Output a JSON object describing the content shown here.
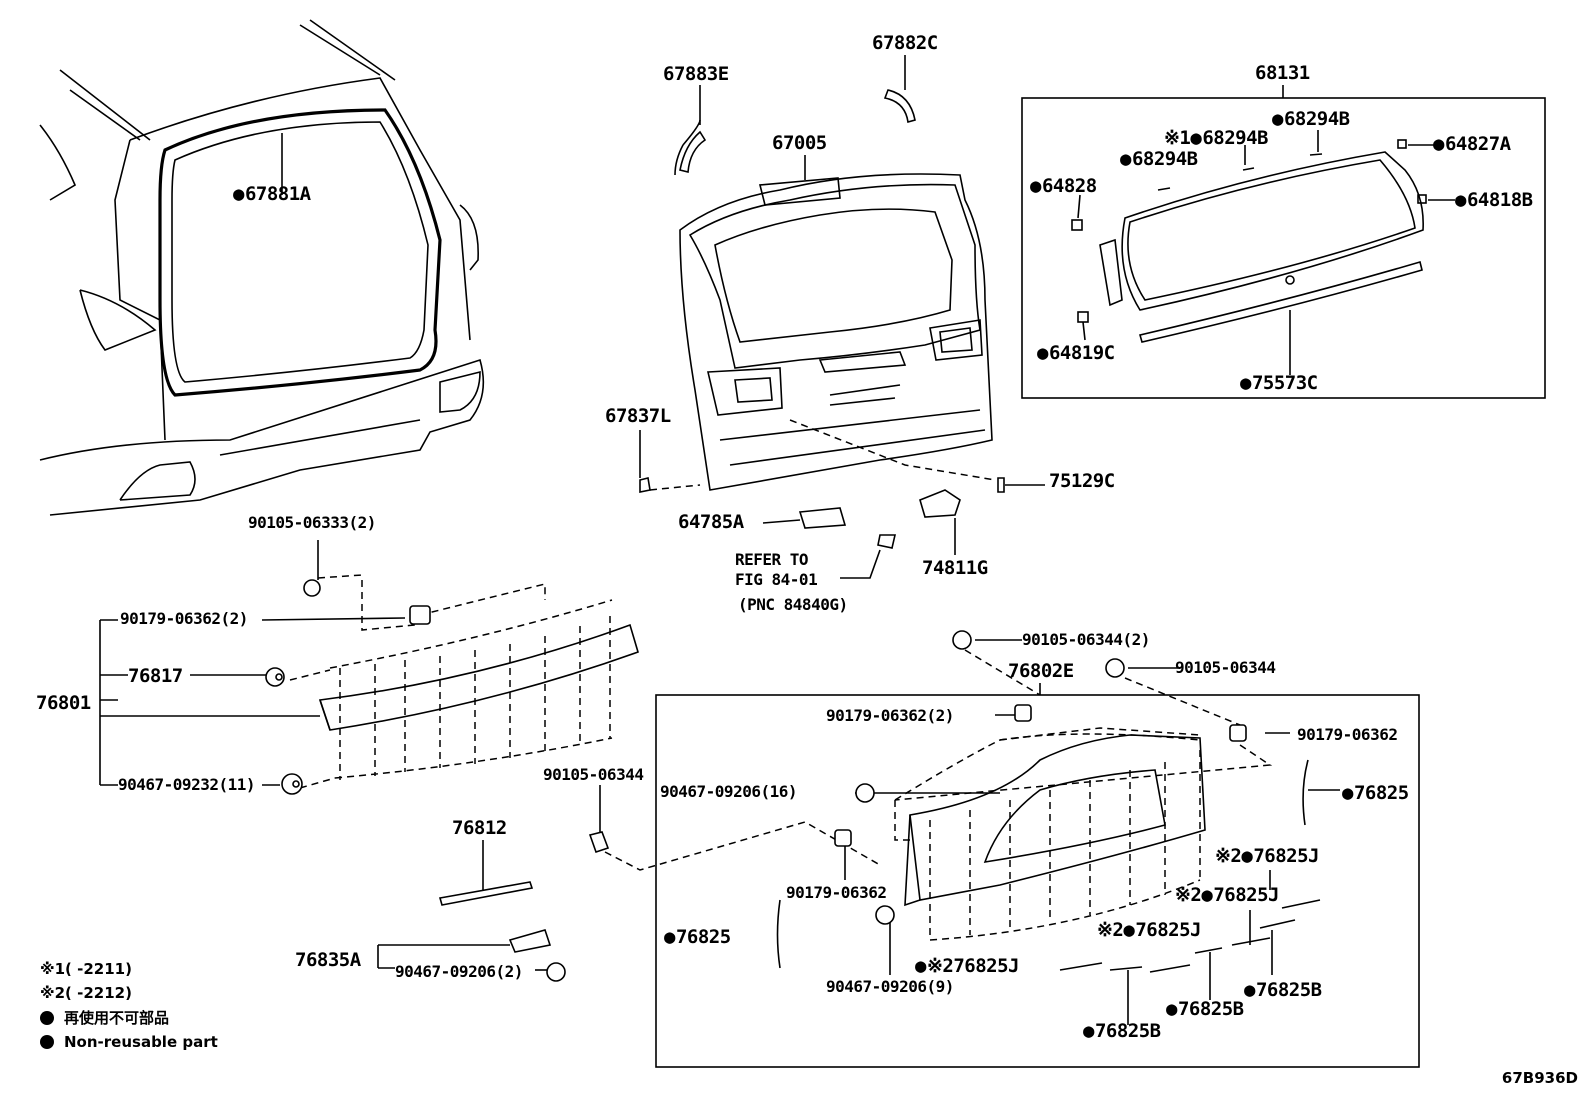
{
  "labels": {
    "p67881A": "67881A",
    "p67883E": "67883E",
    "p67882C": "67882C",
    "p67005": "67005",
    "p68131": "68131",
    "p68294B_a": "68294B",
    "p68294B_b": "68294B",
    "p68294B_c": "68294B",
    "p68294B_mark": "※1",
    "p64827A": "64827A",
    "p64828": "64828",
    "p64818B": "64818B",
    "p64819C": "64819C",
    "p75573C": "75573C",
    "p67837L": "67837L",
    "p75129C": "75129C",
    "p64785A": "64785A",
    "p74811G": "74811G",
    "refer_1": "REFER TO",
    "refer_2": "FIG 84-01",
    "refer_3": "(PNC 84840G)",
    "p90105_06333": "90105-06333(2)",
    "p90179_06362_2a": "90179-06362(2)",
    "p76817": "76817",
    "p76801": "76801",
    "p90467_09232": "90467-09232(11)",
    "p90105_06344_2": "90105-06344(2)",
    "p90105_06344_a": "90105-06344",
    "p76802E": "76802E",
    "p90179_06362_2b": "90179-06362(2)",
    "p90179_06362_a": "90179-06362",
    "p76825_r": "76825",
    "p90105_06344_b": "90105-06344",
    "p90467_09206_16": "90467-09206(16)",
    "p76812": "76812",
    "p90179_06362_b": "90179-06362",
    "p76825_l": "76825",
    "p76825J_a": "76825J",
    "p76825J_b": "76825J",
    "p76825J_c": "76825J",
    "p76825J_d": "76825J",
    "mark2": "※2",
    "p76835A": "76835A",
    "p90467_09206_2": "90467-09206(2)",
    "p90467_09206_9": "90467-09206(9)",
    "p76825B_a": "76825B",
    "p76825B_b": "76825B",
    "p76825B_c": "76825B"
  },
  "legend": {
    "line1": "※1(      -2211)",
    "line2": "※2(      -2212)",
    "line3": "再使用不可部品",
    "line4": "Non-reusable part"
  },
  "diagram_code": "67B936D"
}
